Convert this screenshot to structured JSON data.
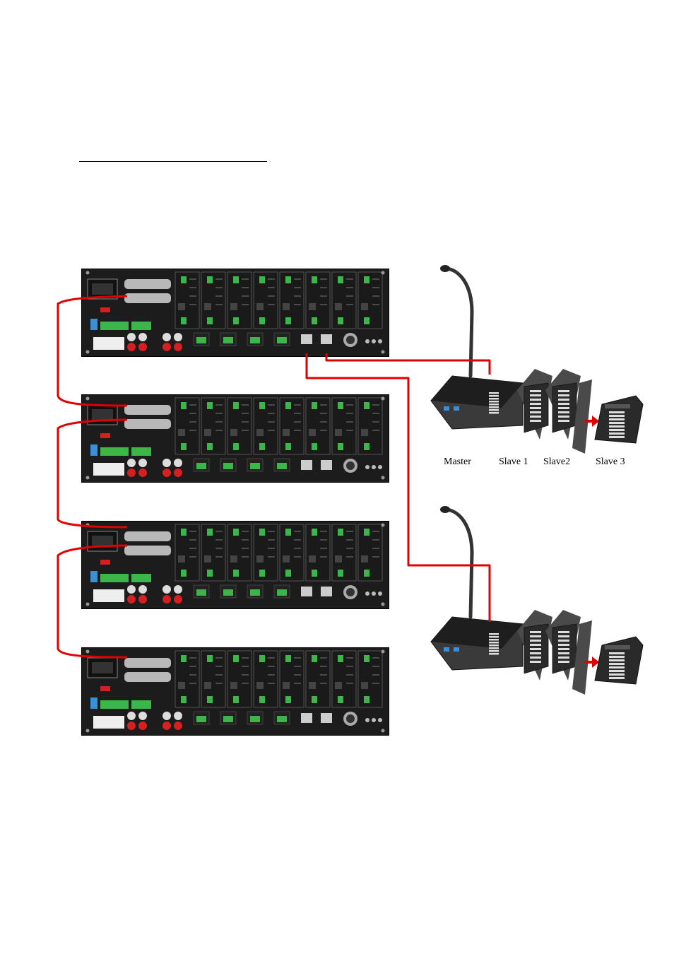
{
  "labels": {
    "master": "Master",
    "slave1": "Slave 1",
    "slave2": "Slave2",
    "slave3": "Slave 3"
  },
  "colors": {
    "cable": "#e00000",
    "panel": "#1c1c1c",
    "terminal": "#3cb54a",
    "rca_red": "#d42020",
    "dip": "#3a8fd6"
  },
  "racks": [
    {
      "name": "amplifier-1"
    },
    {
      "name": "amplifier-2"
    },
    {
      "name": "amplifier-3"
    },
    {
      "name": "amplifier-4"
    }
  ],
  "stations": [
    {
      "name": "paging-station-1",
      "extensions": 3
    },
    {
      "name": "paging-station-2",
      "extensions": 3
    }
  ]
}
